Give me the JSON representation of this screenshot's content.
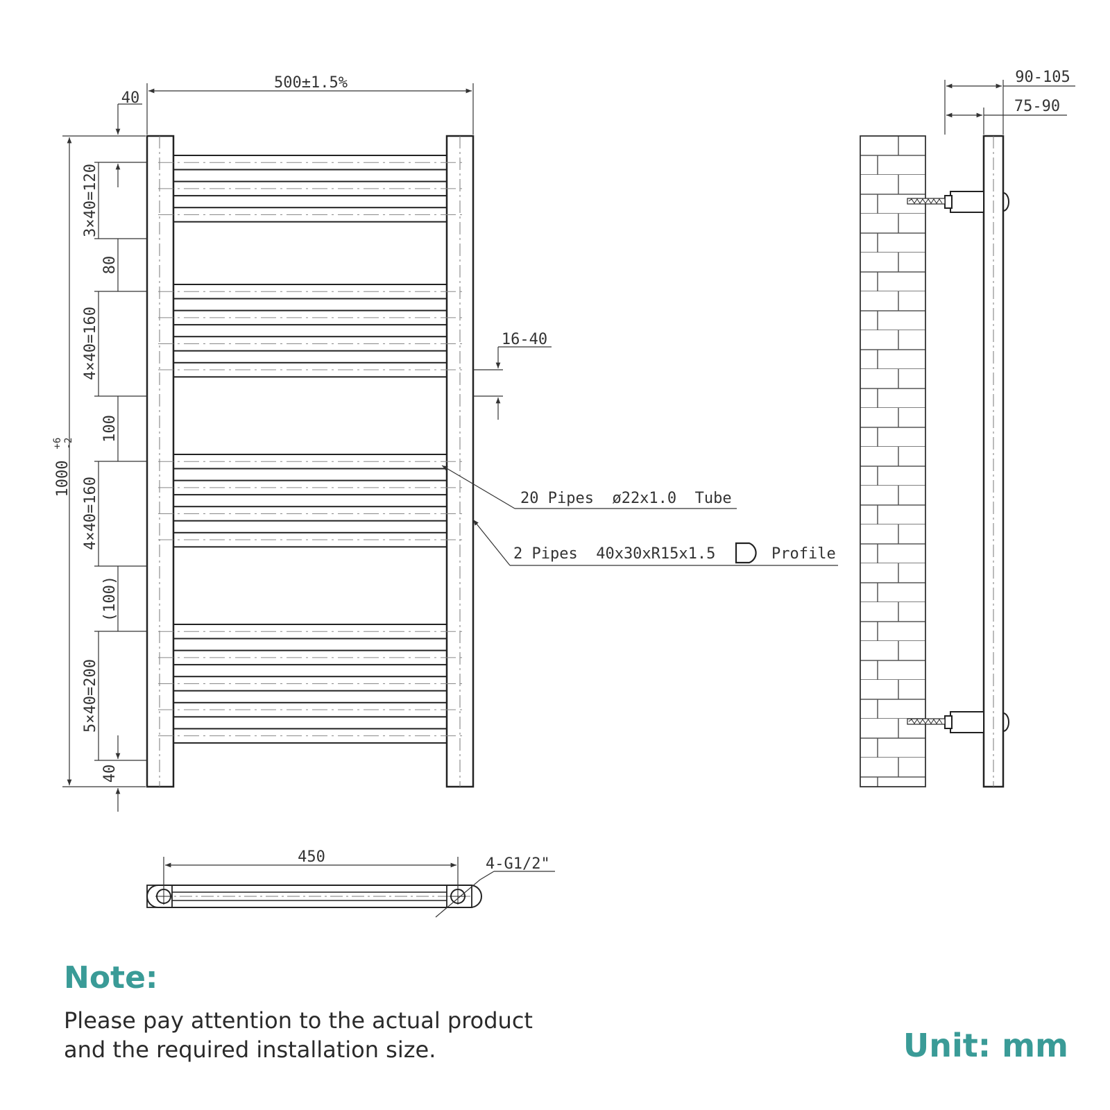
{
  "front_view": {
    "width_label": "500±1.5%",
    "height_label": "1000",
    "height_tol_upper": "+6",
    "height_tol_lower": "-2",
    "top_offset": "40",
    "bottom_offset": "40",
    "group_1": "3×40=120",
    "gap_1": "80",
    "group_2": "4×40=160",
    "gap_2": "100",
    "group_3": "4×40=160",
    "gap_3": "(100)",
    "group_4": "5×40=200",
    "wall_gap": "16-40"
  },
  "callouts": {
    "pipes_main": "20 Pipes  ø22x1.0  Tube",
    "pipes_side_prefix": "2 Pipes  40x30xR15x1.5",
    "pipes_side_suffix": "Profile"
  },
  "side_view": {
    "outer_depth": "90-105",
    "inner_depth": "75-90"
  },
  "bottom_view": {
    "centers": "450",
    "connections": "4-G1/2\""
  },
  "note": {
    "title": "Note:",
    "body": "Please pay attention to the actual product and the required installation size."
  },
  "unit_label": "Unit: mm"
}
